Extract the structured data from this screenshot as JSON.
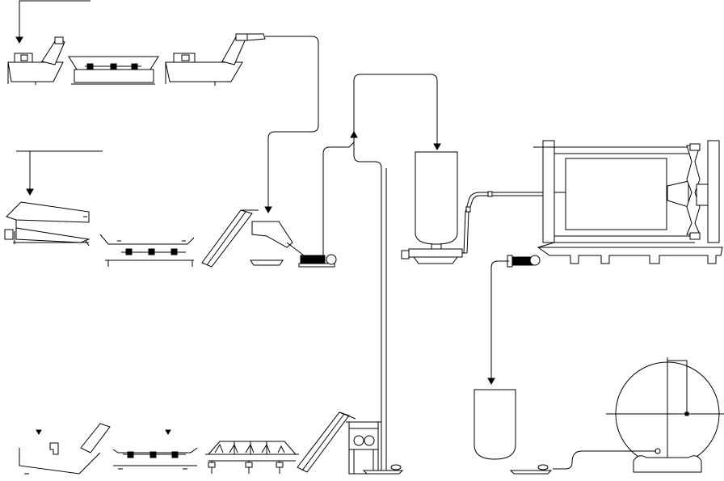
{
  "diagram": {
    "kind": "process flow line drawing",
    "has_text_labels": false,
    "stroke_color": "#000000",
    "background_color": "#ffffff",
    "components": [
      "washing-tank",
      "dewatering-screen",
      "inclined-conveyor",
      "hopper",
      "pump",
      "storage-silo",
      "filter-press",
      "spray-washer",
      "drum-dryer",
      "collection-tank",
      "drum-mixer"
    ]
  }
}
